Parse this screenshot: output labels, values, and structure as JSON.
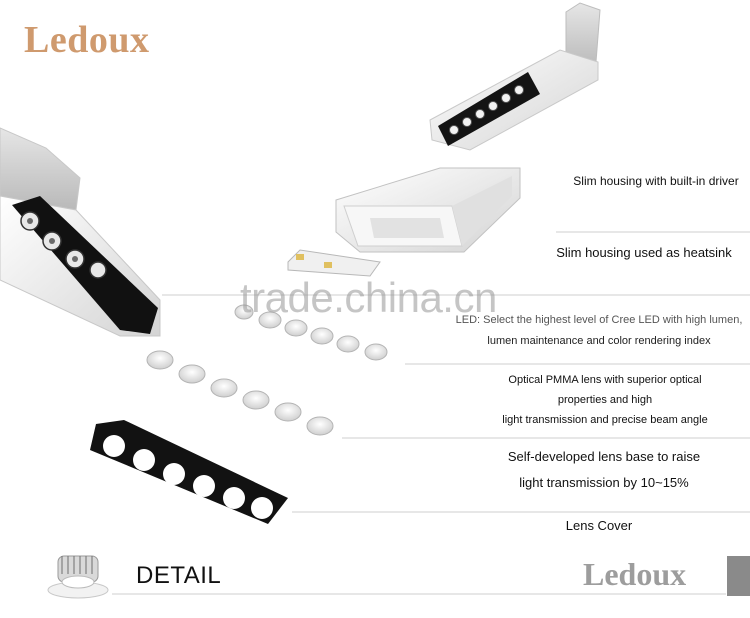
{
  "brand": {
    "name": "Ledoux",
    "accent": "#cf9a6e",
    "footer_color": "#9d9d9d"
  },
  "watermark": "trade.china.cn",
  "features": [
    {
      "id": "driver",
      "line1": "Slim housing with built-in driver",
      "line2": ""
    },
    {
      "id": "heatsink",
      "line1": "Slim housing used as heatsink",
      "line2": ""
    },
    {
      "id": "led",
      "line1": "LED: Select the highest level of Cree LED with high lumen,",
      "line2": "lumen maintenance and color rendering index"
    },
    {
      "id": "lens",
      "line1": "Optical PMMA lens with superior optical",
      "line2": "properties and high",
      "line3": "light transmission and precise beam angle"
    },
    {
      "id": "lens-base",
      "line1": "Self-developed lens base to raise",
      "line2": "light transmission by 10~15%"
    },
    {
      "id": "cover",
      "line1": "Lens Cover",
      "line2": ""
    }
  ],
  "footer": {
    "section_title": "DETAIL"
  }
}
